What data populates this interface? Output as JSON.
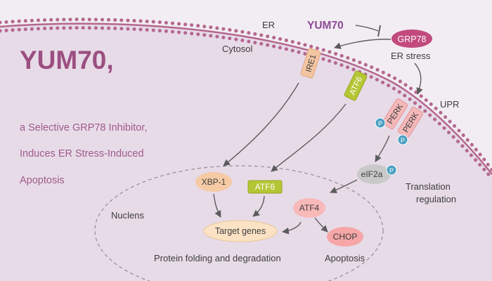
{
  "colors": {
    "background": "#f2edf2",
    "cell": "#e7dbe8",
    "membrane": "#b4678f",
    "title": "#9c4f80",
    "yum70": "#8d4b96",
    "arrow": "#5c5c5c",
    "text": "#3d3d3d",
    "subtitle": "#a05a8a",
    "grp78": "#c24a7d",
    "ire1": "#f3c6a2",
    "atf6": "#b5c634",
    "perk": "#f5b8b8",
    "phospho": "#4aa0c3",
    "eif2a": "#c9c9c9",
    "xbp1": "#f5caa4",
    "atf4": "#f8b9b9",
    "target": "#fbe2c4",
    "chop": "#f6a6a6"
  },
  "title": "YUM70,",
  "subtitle_lines": [
    "a Selective GRP78 Inhibitor,",
    "Induces ER Stress-Induced",
    "Apoptosis"
  ],
  "labels": {
    "er": "ER",
    "yum70": "YUM70",
    "cytosol": "Cytosol",
    "er_stress": "ER stress",
    "upr": "UPR",
    "translation_line1": "Translation",
    "translation_line2": "regulation",
    "nucleus": "Nuclens",
    "protein_folding": "Protein folding and degradation",
    "apoptosis": "Apoptosis",
    "phospho": "P"
  },
  "nodes": {
    "grp78": "GRP78",
    "ire1": "IRE1",
    "atf6_membrane": "ATF6",
    "perk_a": "PERK",
    "perk_b": "PERK",
    "eif2a": "eIF2a",
    "xbp1": "XBP-1",
    "atf6_nuclear": "ATF6",
    "atf4": "ATF4",
    "target_genes": "Target genes",
    "chop": "CHOP"
  }
}
